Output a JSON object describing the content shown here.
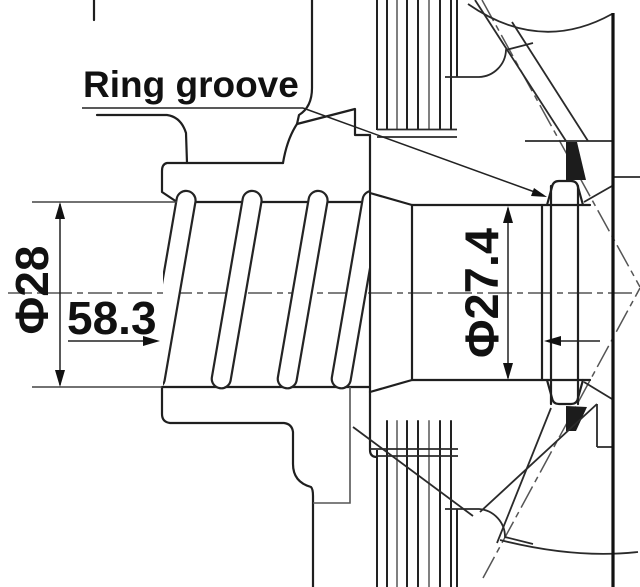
{
  "drawing": {
    "type": "technical-section-drawing",
    "background": "#ffffff",
    "line_color": "#1f1f1f",
    "labels": {
      "ring_groove": "Ring groove"
    },
    "dimensions": {
      "left_diameter": "Φ28",
      "groove_distance": "58.3",
      "right_diameter": "Φ27.4"
    }
  }
}
